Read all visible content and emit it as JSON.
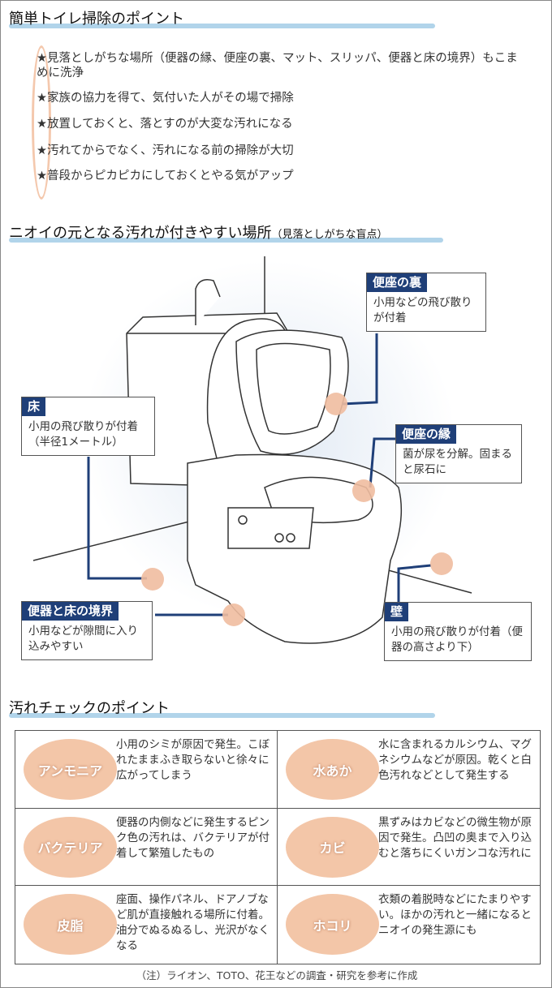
{
  "section1": {
    "title": "簡単トイレ掃除のポイント",
    "points": [
      "★見落としがちな場所（便器の縁、便座の裏、マット、スリッパ、便器と床の境界）もこまめに洗浄",
      "★家族の協力を得て、気付いた人がその場で掃除",
      "★放置しておくと、落とすのが大変な汚れになる",
      "★汚れてからでなく、汚れになる前の掃除が大切",
      "★普段からピカピカにしておくとやる気がアップ"
    ]
  },
  "section2": {
    "title": "ニオイの元となる汚れが付きやすい場所",
    "subtitle": "（見落としがちな盲点）",
    "callouts": {
      "seat_back": {
        "label": "便座の裏",
        "text": "小用などの飛び散りが付着"
      },
      "floor": {
        "label": "床",
        "text": "小用の飛び散りが付着（半径1メートル）"
      },
      "rim": {
        "label": "便座の縁",
        "text": "菌が尿を分解。固まると尿石に"
      },
      "boundary": {
        "label": "便器と床の境界",
        "text": "小用などが隙間に入り込みやすい"
      },
      "wall": {
        "label": "壁",
        "text": "小用の飛び散りが付着（便器の高さより下）"
      }
    }
  },
  "section3": {
    "title": "汚れチェックのポイント",
    "items": [
      {
        "name": "アンモニア",
        "text": "小用のシミが原因で発生。こぼれたままふき取らないと徐々に広がってしまう"
      },
      {
        "name": "水あか",
        "text": "水に含まれるカルシウム、マグネシウムなどが原因。乾くと白色汚れなどとして発生する"
      },
      {
        "name": "バクテリア",
        "text": "便器の内側などに発生するピンク色の汚れは、バクテリアが付着して繁殖したもの"
      },
      {
        "name": "カビ",
        "text": "黒ずみはカビなどの微生物が原因で発生。凸凹の奥まで入り込むと落ちにくいガンコな汚れに"
      },
      {
        "name": "皮脂",
        "text": "座面、操作パネル、ドアノブなど肌が直接触れる場所に付着。油分でぬるぬるし、光沢がなくなる"
      },
      {
        "name": "ホコリ",
        "text": "衣類の着脱時などにたまりやすい。ほかの汚れと一緒になるとニオイの発生源にも"
      }
    ]
  },
  "note": "（注）ライオン、TOTO、花王などの調査・研究を参考に作成",
  "colors": {
    "navy": "#1f3f78",
    "peach": "#f3c6a8",
    "brush": "#a8cfe8"
  }
}
